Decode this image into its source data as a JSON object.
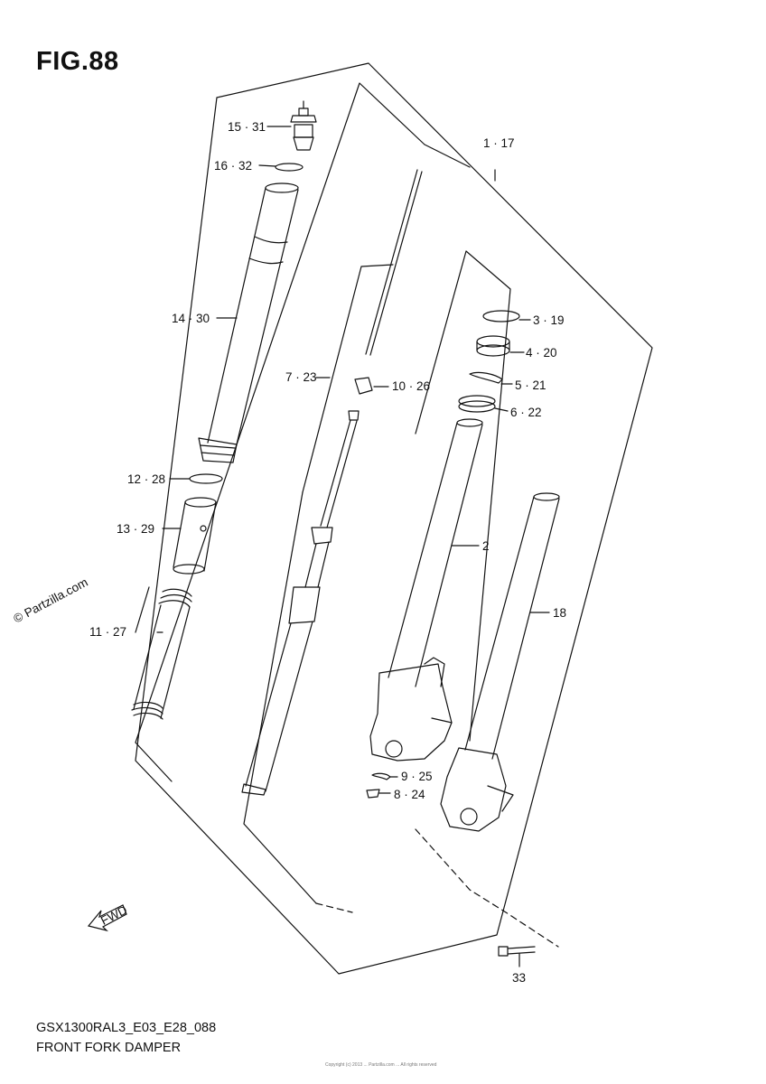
{
  "figure": {
    "title": "FIG.88",
    "model_code": "GSX1300RAL3_E03_E28_088",
    "caption": "FRONT FORK DAMPER",
    "watermark": "© Partzilla.com",
    "fwd_mark": "FWD",
    "footer_fineprint": "Copyright (c) 2013 ... Partzilla.com ... All rights reserved"
  },
  "callouts": [
    {
      "id": "c1",
      "text": "1 · 17"
    },
    {
      "id": "c2",
      "text": "2"
    },
    {
      "id": "c3",
      "text": "3 · 19"
    },
    {
      "id": "c4",
      "text": "4 · 20"
    },
    {
      "id": "c5",
      "text": "5 · 21"
    },
    {
      "id": "c6",
      "text": "6 · 22"
    },
    {
      "id": "c7",
      "text": "7 · 23"
    },
    {
      "id": "c8",
      "text": "8 · 24"
    },
    {
      "id": "c9",
      "text": "9 · 25"
    },
    {
      "id": "c10",
      "text": "10 · 26"
    },
    {
      "id": "c11",
      "text": "11 · 27"
    },
    {
      "id": "c12",
      "text": "12 · 28"
    },
    {
      "id": "c13",
      "text": "13 · 29"
    },
    {
      "id": "c14",
      "text": "14 · 30"
    },
    {
      "id": "c15",
      "text": "15 · 31"
    },
    {
      "id": "c16",
      "text": "16 · 32"
    },
    {
      "id": "c18",
      "text": "18"
    },
    {
      "id": "c33",
      "text": "33"
    }
  ]
}
